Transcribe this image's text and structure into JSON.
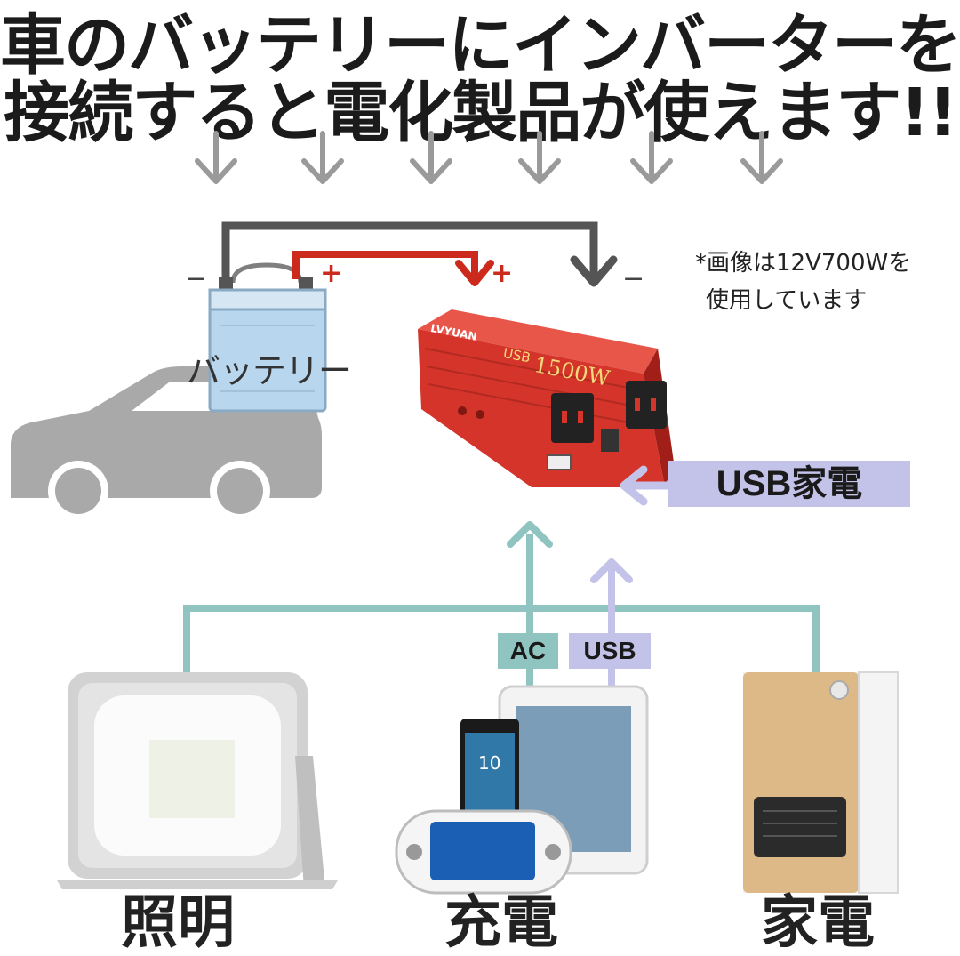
{
  "title": {
    "line1": "車のバッテリーにインバーターを",
    "line2": "接続すると電化製品が使えます!!"
  },
  "note": {
    "line1": "*画像は12V700Wを",
    "line2": "使用しています"
  },
  "battery": {
    "label": "バッテリー",
    "minus": "−",
    "plus": "+"
  },
  "inverter": {
    "brand": "LVYUAN",
    "usb_print": "USB",
    "power_print": "1500W",
    "plus": "+",
    "minus": "−"
  },
  "usb_appliance_label": "USB家電",
  "ac_label": "AC",
  "usb_label": "USB",
  "captions": {
    "lighting": "照明",
    "charging": "充電",
    "appliance": "家電"
  },
  "phone_clock": "10",
  "colors": {
    "wire_black": "#555555",
    "wire_red": "#cc2a1c",
    "arrow_gray": "#9a9a9a",
    "teal": "#8fc4c1",
    "lavender": "#c3c2e8",
    "inverter_red": "#d4342a",
    "car_gray": "#a9a9a9"
  }
}
